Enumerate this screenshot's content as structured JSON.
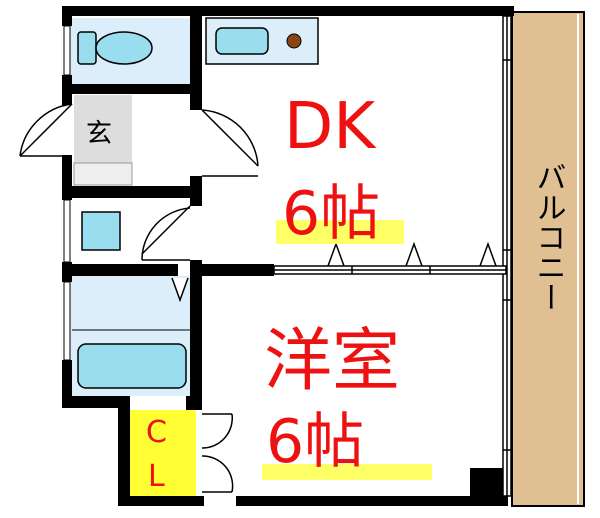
{
  "rooms": {
    "dk": {
      "name": "DK",
      "size": "6帖"
    },
    "western": {
      "name": "洋室",
      "size": "6帖"
    },
    "entrance": {
      "name": "玄"
    },
    "closet": {
      "line1": "C",
      "line2": "L"
    },
    "balcony": {
      "name": "バルコニー"
    }
  },
  "colors": {
    "wall": "#000000",
    "room_label": "#ee1111",
    "highlight": "#ffff66",
    "fixture_fill": "#99ddee",
    "fixture_bg": "#dceefa",
    "entrance_floor": "#dddddd",
    "closet": "#ffff33",
    "balcony": "#e0c092",
    "stove_burner": "#8b4513"
  }
}
